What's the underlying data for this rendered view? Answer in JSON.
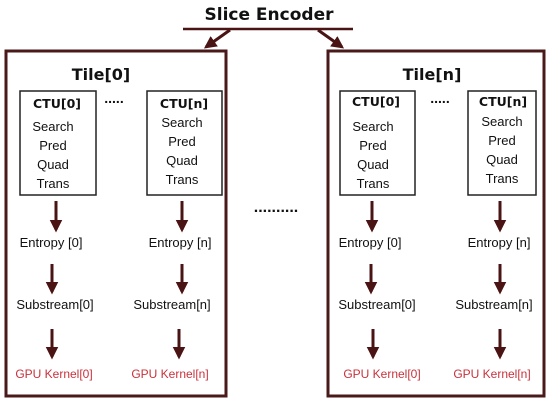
{
  "diagram": {
    "title": "Slice Encoder",
    "ellipsis_short": ".....",
    "ellipsis_long": "..........",
    "colors": {
      "frame": "#4a1a1a",
      "arrow": "#4a1414",
      "gpu_text": "#c8323c"
    },
    "tiles": [
      {
        "label": "Tile[0]",
        "ctus": [
          {
            "label": "CTU[0]",
            "stages": [
              "Search",
              "Pred",
              "Quad",
              "Trans"
            ],
            "entropy": "Entropy [0]",
            "substream": "Substream[0]",
            "gpu": "GPU Kernel[0]"
          },
          {
            "label": "CTU[n]",
            "stages": [
              "Search",
              "Pred",
              "Quad",
              "Trans"
            ],
            "entropy": "Entropy [n]",
            "substream": "Substream[n]",
            "gpu": "GPU Kernel[n]"
          }
        ]
      },
      {
        "label": "Tile[n]",
        "ctus": [
          {
            "label": "CTU[0]",
            "stages": [
              "Search",
              "Pred",
              "Quad",
              "Trans"
            ],
            "entropy": "Entropy [0]",
            "substream": "Substream[0]",
            "gpu": "GPU Kernel[0]"
          },
          {
            "label": "CTU[n]",
            "stages": [
              "Search",
              "Pred",
              "Quad",
              "Trans"
            ],
            "entropy": "Entropy [n]",
            "substream": "Substream[n]",
            "gpu": "GPU Kernel[n]"
          }
        ]
      }
    ]
  }
}
